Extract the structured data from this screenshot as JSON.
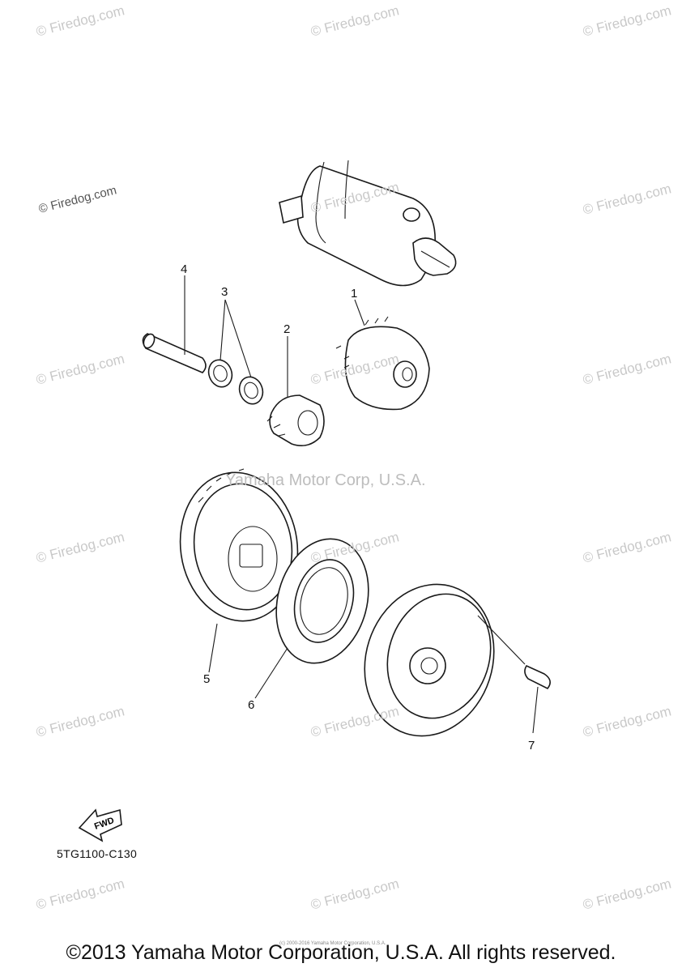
{
  "watermark": {
    "text": "© Firedog.com"
  },
  "center_mark": "Yamaha Motor Corp, U.S.A.",
  "callouts": [
    "1",
    "2",
    "3",
    "4",
    "5",
    "6",
    "7"
  ],
  "fwd_label": "FWD",
  "diagram_code": "5TG1100-C130",
  "copyright": "©2013 Yamaha Motor Corporation, U.S.A. All rights reserved.",
  "tiny_notice": "(c) 2000-2016 Yamaha Motor Corporation, U.S.A."
}
